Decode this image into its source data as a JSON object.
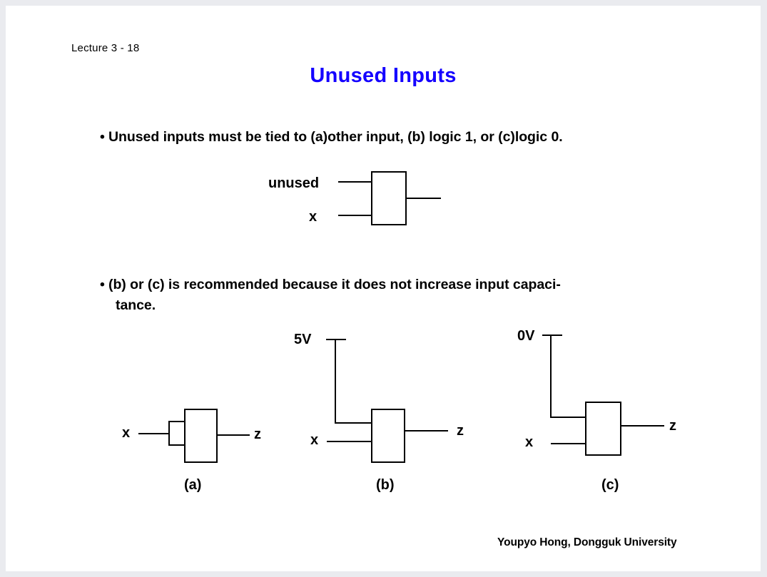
{
  "page": {
    "background": "#eaebef",
    "sheet_color": "#ffffff",
    "lecture_label": "Lecture 3 - 18",
    "title": "Unused Inputs",
    "title_color": "#1400ff",
    "footer": "Youpyo Hong, Dongguk University"
  },
  "bullets": [
    {
      "marker": "•",
      "lines": [
        "Unused inputs must be tied to (a)other input, (b) logic 1, or (c)logic 0."
      ]
    },
    {
      "marker": "•",
      "lines": [
        "(b) or (c) is recommended because it does not increase input capaci-",
        "tance."
      ]
    }
  ],
  "figures": {
    "top_example": {
      "input_top_label": "unused",
      "input_bottom_label": "x",
      "output_label": ""
    },
    "variants": [
      {
        "caption": "(a)",
        "input_label": "x",
        "output_label": "z",
        "tie_label": ""
      },
      {
        "caption": "(b)",
        "input_label": "x",
        "output_label": "z",
        "tie_label": "5V"
      },
      {
        "caption": "(c)",
        "input_label": "x",
        "output_label": "z",
        "tie_label": "0V"
      }
    ]
  }
}
